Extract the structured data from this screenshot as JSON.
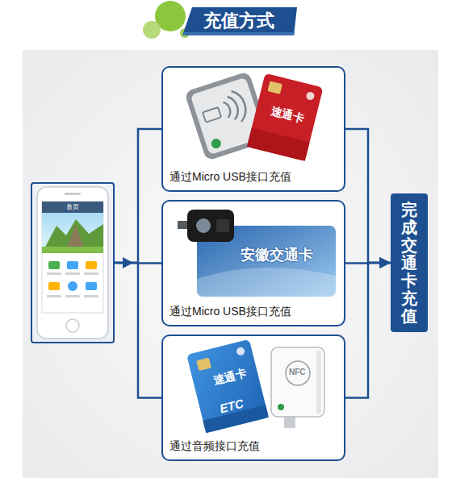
{
  "diagram": {
    "title": "充值方式",
    "nodes": [
      {
        "text": [
          "首页"
        ]
      },
      {
        "text": [
          "通过Micro USB接口充值"
        ]
      },
      {
        "text": [
          "通过Micro USB接口充值"
        ]
      },
      {
        "text": [
          "通过音频接口充值"
        ]
      },
      {
        "text": [
          "完成交通卡充值"
        ]
      }
    ],
    "edges": [
      {
        "from": 0,
        "to": 1,
        "arrow": "none"
      },
      {
        "from": 0,
        "to": 2,
        "arrow": "none"
      },
      {
        "from": 0,
        "to": 3,
        "arrow": "none"
      },
      {
        "from": 1,
        "to": 4,
        "arrow": "to"
      },
      {
        "from": 2,
        "to": 4,
        "arrow": "to"
      },
      {
        "from": 3,
        "to": 4,
        "arrow": "to"
      }
    ],
    "labels": [
      "速通卡",
      "安徽交通卡",
      "速通卡",
      "ETC",
      "NFC"
    ]
  }
}
